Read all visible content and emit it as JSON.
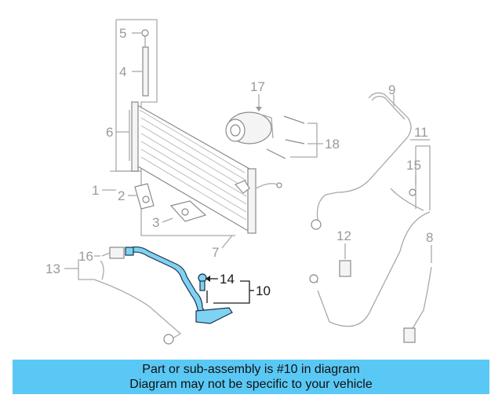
{
  "callouts": {
    "c1": "1",
    "c2": "2",
    "c3": "3",
    "c4": "4",
    "c5": "5",
    "c6": "6",
    "c7": "7",
    "c8": "8",
    "c9": "9",
    "c10": "10",
    "c11": "11",
    "c12": "12",
    "c13": "13",
    "c14": "14",
    "c15": "15",
    "c16": "16",
    "c17": "17",
    "c18": "18"
  },
  "highlight": {
    "part_number": "10",
    "color": "#7ed3f2",
    "banner_color": "#5ac8f5"
  },
  "banner": {
    "line1": "Part or sub-assembly is #10 in diagram",
    "line2": "Diagram may not be specific to your vehicle"
  }
}
